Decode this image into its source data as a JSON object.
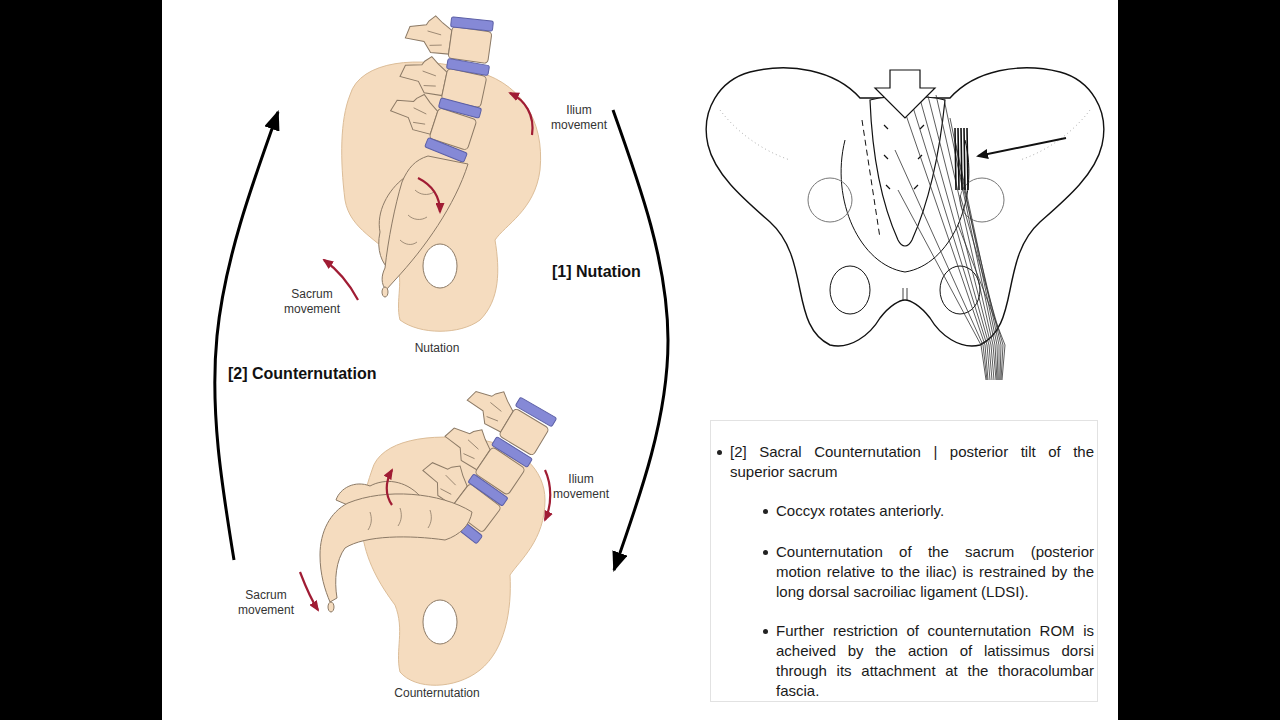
{
  "diagram": {
    "nodes": [
      {
        "text": [
          "Ilium movement",
          "Sacrum movement",
          "Nutation"
        ]
      },
      {
        "text": [
          "Ilium movement",
          "Sacrum movement",
          "Counternutation"
        ]
      },
      {
        "text": [
          "[2] Sacral Counternutation | posterior tilt of the superior sacrum",
          "Coccyx rotates anteriorly.",
          "Counternutation of the sacrum (posterior motion relative to the iliac) is restrained by the long dorsal sacroiliac ligament (LDSI).",
          "Further restriction of counternutation ROM is acheived by the action of latissimus dorsi through its attachment at the thoracolumbar fascia."
        ]
      }
    ],
    "edges": [
      {
        "from": 0,
        "to": 1,
        "label": "[1] Nutation",
        "arrow": "to"
      },
      {
        "from": 1,
        "to": 0,
        "label": "[2] Counternutation",
        "arrow": "to"
      }
    ]
  }
}
